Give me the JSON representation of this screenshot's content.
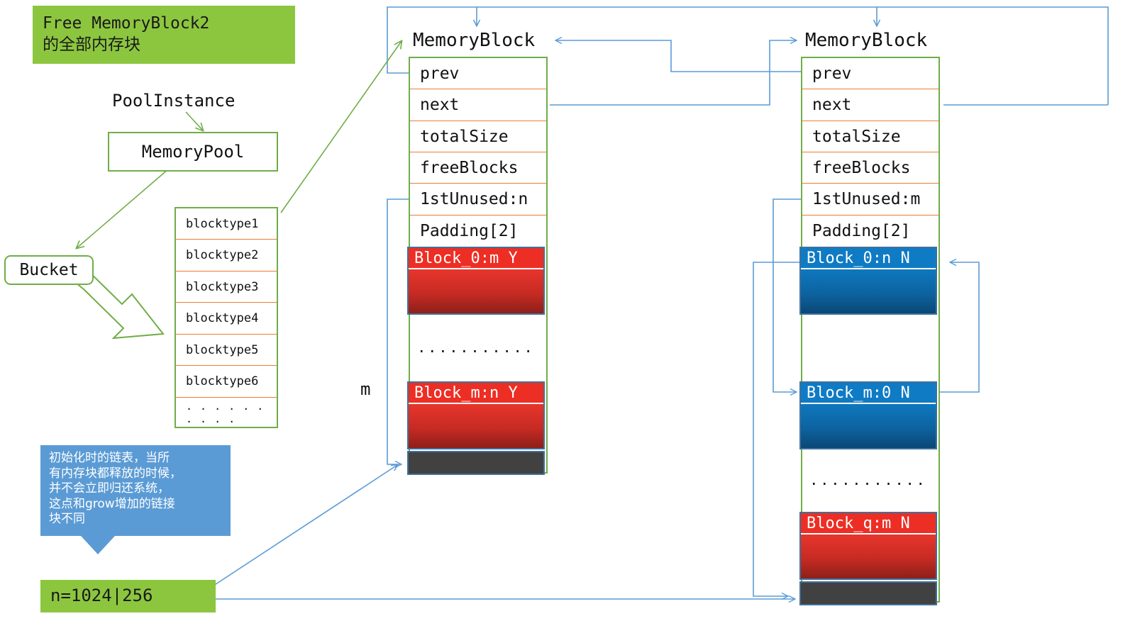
{
  "banners": {
    "title": {
      "line1": "Free MemoryBlock2",
      "line2": "的全部内存块"
    },
    "n_value": {
      "text": "n=1024|256"
    }
  },
  "labels": {
    "pool_instance": "PoolInstance",
    "memory_pool": "MemoryPool",
    "bucket": "Bucket",
    "m_marker": "m"
  },
  "blocktype_list": {
    "items": [
      "blocktype1",
      "blocktype2",
      "blocktype3",
      "blocktype4",
      "blocktype5",
      "blocktype6",
      ". . . . . . . . . ."
    ]
  },
  "memory_block_left": {
    "title": "MemoryBlock",
    "fields": [
      "prev",
      "next",
      "totalSize",
      "freeBlocks",
      "1stUnused:n",
      "Padding[2]"
    ],
    "cells": [
      {
        "label": "Block_0:m Y",
        "color": "red"
      },
      {
        "label": "Block_m:n Y",
        "color": "red"
      }
    ],
    "gap_ellipsis": "...........",
    "tail_label": ""
  },
  "memory_block_right": {
    "title": "MemoryBlock",
    "fields": [
      "prev",
      "next",
      "totalSize",
      "freeBlocks",
      "1stUnused:m",
      "Padding[2]"
    ],
    "cells": [
      {
        "label": "Block_0:n N",
        "color": "blue"
      },
      {
        "label": "Block_m:0 N",
        "color": "blue"
      },
      {
        "label": "Block_q:m N",
        "color": "red"
      }
    ],
    "gap_ellipsis": "...........",
    "tail_label": ""
  },
  "callout": {
    "lines": [
      "初始化时的链表，当所",
      "有内存块都释放的时候，",
      "并不会立即归还系统，",
      "这点和grow增加的链接",
      "块不同"
    ]
  },
  "colors": {
    "green_banner": "#8CC63F",
    "green_outline": "#70AD47",
    "orange_divider": "#ED7D31",
    "blue_wire": "#5B9BD5",
    "red_block": "#ED2E24",
    "blue_block": "#0F7BC4",
    "dark_block": "#414141",
    "callout_blue": "#5B9BD5"
  }
}
